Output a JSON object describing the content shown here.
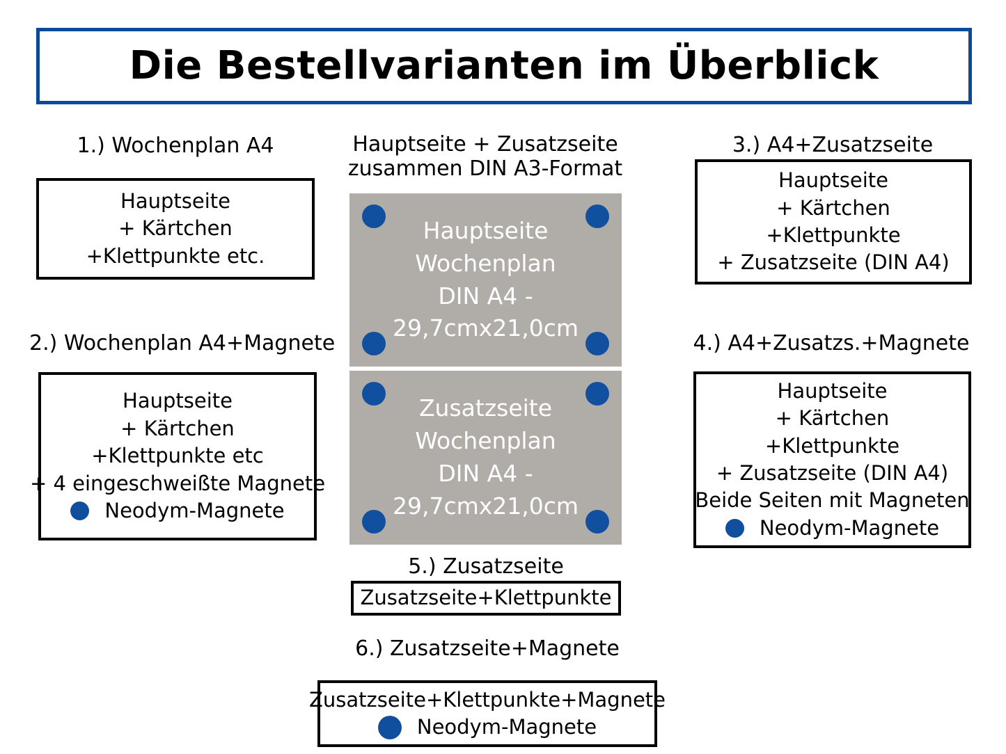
{
  "title": {
    "text": "Die Bestellvarianten im Überblick",
    "border_color": "#0b4a99"
  },
  "colors": {
    "accent_blue": "#0b4a99",
    "magnet_blue": "#104f9e",
    "panel_gray": "#b0aca8",
    "box_border": "#000000",
    "panel_text": "#ffffff"
  },
  "options": [
    {
      "id": "option-1",
      "heading": "1.) Wochenplan A4",
      "lines": [
        {
          "text": "Hauptseite",
          "dot": false
        },
        {
          "text": "+ Kärtchen",
          "dot": false
        },
        {
          "text": "+Klettpunkte etc.",
          "dot": false
        }
      ]
    },
    {
      "id": "option-2",
      "heading": "2.) Wochenplan A4+Magnete",
      "lines": [
        {
          "text": "Hauptseite",
          "dot": false
        },
        {
          "text": "+ Kärtchen",
          "dot": false
        },
        {
          "text": "+Klettpunkte etc",
          "dot": false
        },
        {
          "text": "+ 4 eingeschweißte Magnete",
          "dot": false
        },
        {
          "text": "Neodym-Magnete",
          "dot": true
        }
      ]
    },
    {
      "id": "option-3",
      "heading": "3.)  A4+Zusatzseite",
      "lines": [
        {
          "text": "Hauptseite",
          "dot": false
        },
        {
          "text": "+ Kärtchen",
          "dot": false
        },
        {
          "text": "+Klettpunkte",
          "dot": false
        },
        {
          "text": "+ Zusatzseite (DIN A4)",
          "dot": false
        }
      ]
    },
    {
      "id": "option-4",
      "heading": "4.) A4+Zusatzs.+Magnete",
      "lines": [
        {
          "text": "Hauptseite",
          "dot": false
        },
        {
          "text": "+ Kärtchen",
          "dot": false
        },
        {
          "text": "+Klettpunkte",
          "dot": false
        },
        {
          "text": "+ Zusatzseite (DIN A4)",
          "dot": false
        },
        {
          "text": "Beide Seiten mit Magneten",
          "dot": false
        },
        {
          "text": "Neodym-Magnete",
          "dot": true
        }
      ]
    },
    {
      "id": "option-5",
      "heading": "5.) Zusatzseite",
      "lines": [
        {
          "text": "Zusatzseite+Klettpunkte",
          "dot": false
        }
      ]
    },
    {
      "id": "option-6",
      "heading": "6.) Zusatzseite+Magnete",
      "lines": [
        {
          "text": "Zusatzseite+Klettpunkte+Magnete",
          "dot": false
        },
        {
          "text": "Neodym-Magnete",
          "dot": true
        }
      ]
    }
  ],
  "center": {
    "heading_line_1": "Hauptseite + Zusatzseite",
    "heading_line_2": "zusammen DIN A3-Format",
    "panels": [
      {
        "id": "panel-hauptseite",
        "lines": [
          "Hauptseite",
          "Wochenplan",
          "DIN A4 -",
          "29,7cmx21,0cm"
        ],
        "corner_magnets": 4
      },
      {
        "id": "panel-zusatzseite",
        "lines": [
          "Zusatzseite",
          "Wochenplan",
          "DIN A4 -",
          "29,7cmx21,0cm"
        ],
        "corner_magnets": 4
      }
    ]
  }
}
